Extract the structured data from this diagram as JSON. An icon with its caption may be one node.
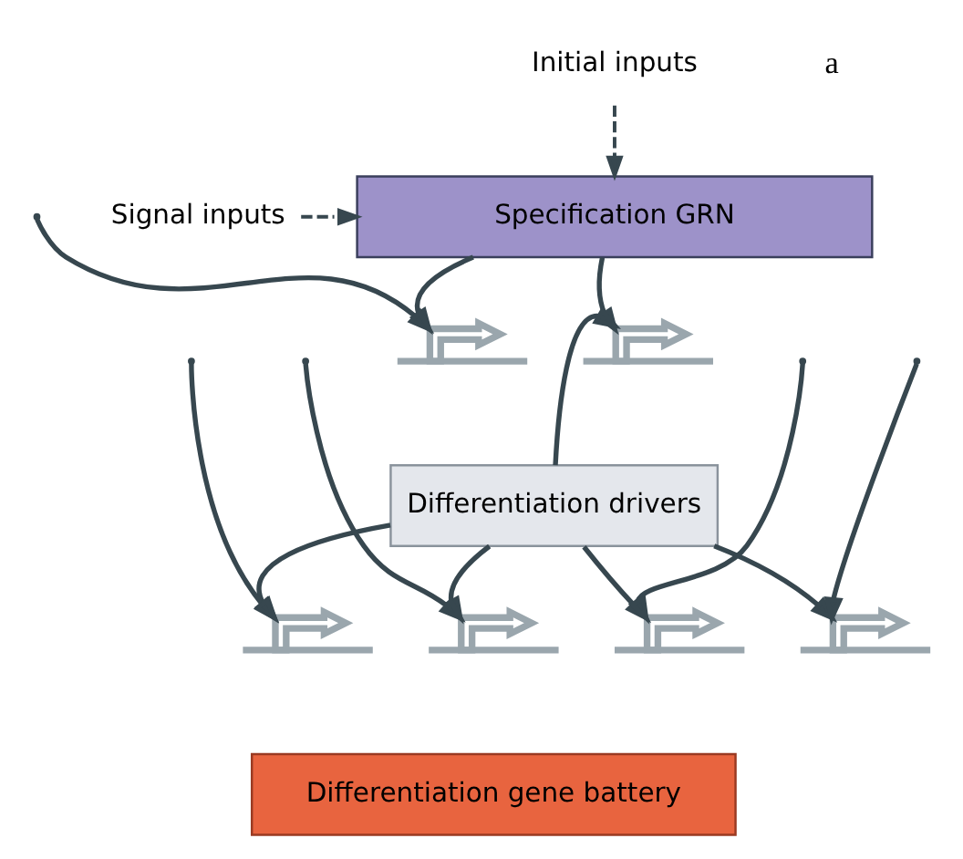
{
  "diagram": {
    "nodes": [
      {
        "text": [
          "Initial inputs"
        ]
      },
      {
        "text": [
          "Signal inputs"
        ]
      },
      {
        "text": [
          "Specification GRN"
        ]
      },
      {
        "text": [],
        "shape": "gene"
      },
      {
        "text": [],
        "shape": "gene"
      },
      {
        "text": [
          "Differentiation drivers"
        ]
      },
      {
        "text": [],
        "shape": "gene"
      },
      {
        "text": [],
        "shape": "gene"
      },
      {
        "text": [],
        "shape": "gene"
      },
      {
        "text": [],
        "shape": "gene"
      },
      {
        "text": [
          "Differentiation gene battery"
        ]
      }
    ],
    "edges": [
      {
        "from": 0,
        "to": 2,
        "arrow": "to",
        "style": "dashed"
      },
      {
        "from": 1,
        "to": 2,
        "arrow": "to",
        "style": "dashed"
      },
      {
        "from": 2,
        "to": 3,
        "arrow": "to"
      },
      {
        "from": 2,
        "to": 4,
        "arrow": "to"
      },
      {
        "from": null,
        "to": 3,
        "arrow": "to"
      },
      {
        "from": 5,
        "to": 4,
        "arrow": "to"
      },
      {
        "from": 5,
        "to": 6,
        "arrow": "to"
      },
      {
        "from": 5,
        "to": 7,
        "arrow": "to"
      },
      {
        "from": 5,
        "to": 8,
        "arrow": "to"
      },
      {
        "from": 5,
        "to": 9,
        "arrow": "to"
      },
      {
        "from": null,
        "to": 6,
        "arrow": "to"
      },
      {
        "from": null,
        "to": 7,
        "arrow": "to"
      },
      {
        "from": null,
        "to": 8,
        "arrow": "to"
      },
      {
        "from": null,
        "to": 9,
        "arrow": "to"
      }
    ],
    "labels": [
      "a"
    ]
  }
}
